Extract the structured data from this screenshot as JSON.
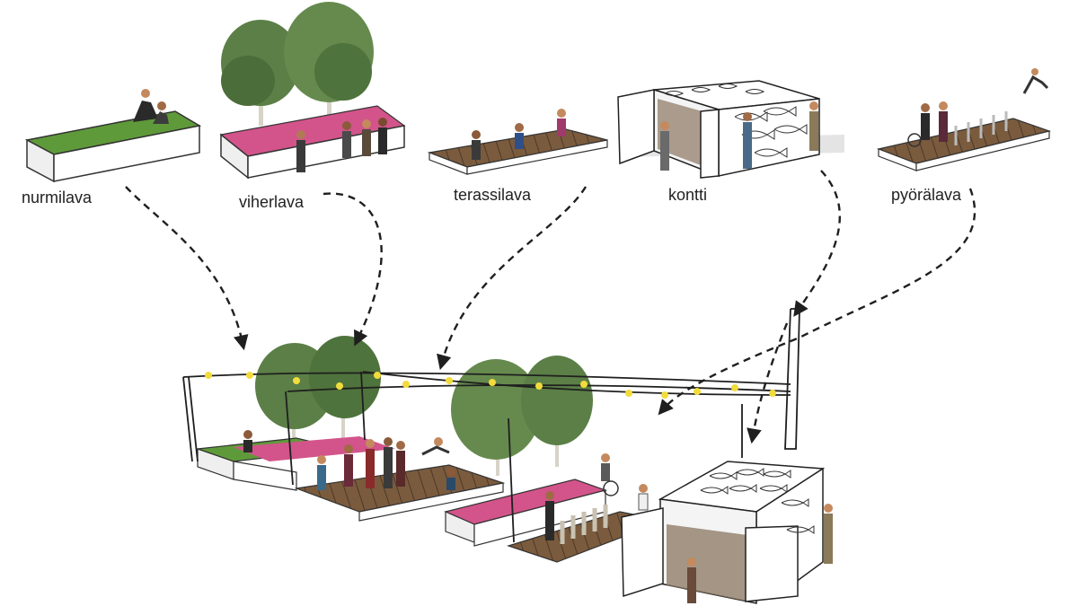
{
  "modules": [
    {
      "id": "nurmilava",
      "label": "nurmilava"
    },
    {
      "id": "viherlava",
      "label": "viherlava"
    },
    {
      "id": "terassilava",
      "label": "terassilava"
    },
    {
      "id": "kontti",
      "label": "kontti"
    },
    {
      "id": "pyoralava",
      "label": "pyörälava"
    }
  ],
  "colors": {
    "grass": "#5f9a3a",
    "wood": "#7a5b3e",
    "flowers": "#d2548a",
    "tree": "#5b7f46",
    "line": "#1f1f1f",
    "bulb": "#f2dc3b",
    "container": "#ffffff"
  },
  "icons": [
    "grass-platform-icon",
    "planter-platform-icon",
    "deck-platform-icon",
    "container-icon",
    "bike-platform-icon"
  ]
}
